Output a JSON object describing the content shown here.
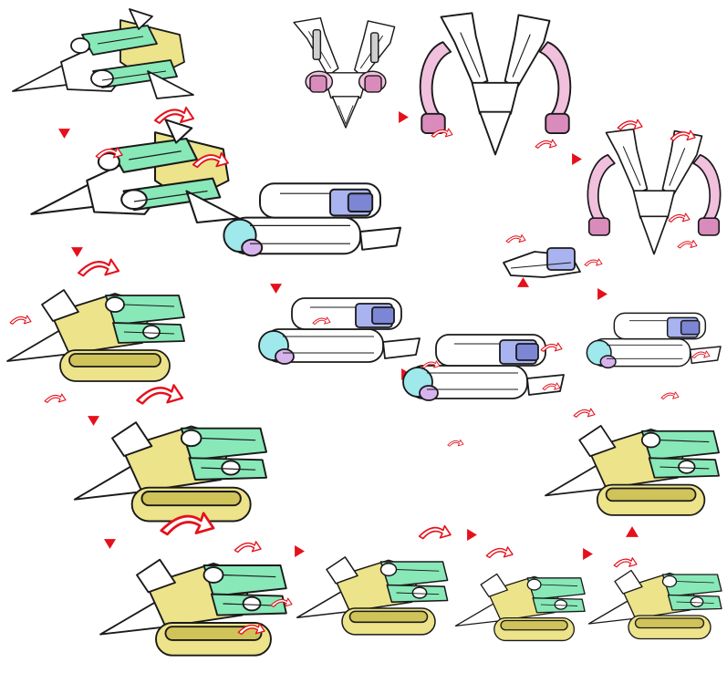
{
  "colors": {
    "line": "#1a1a1a",
    "body": "#ffffff",
    "shade": "#cfcfcf",
    "yellow": "#ece38a",
    "yellow_dark": "#cfc35a",
    "green": "#88e8b8",
    "green_dark": "#4db784",
    "pink": "#f0c0dc",
    "pink_dark": "#d98cbc",
    "blue": "#a9b3ef",
    "blue_dark": "#7c86d4",
    "cyan": "#9fe8ec",
    "lilac": "#d7b3ee",
    "arrow": "#e5101b"
  },
  "stages": [
    {
      "form": "jet",
      "tint": "yellow-green"
    },
    {
      "form": "jet",
      "tint": "yellow-green"
    },
    {
      "form": "tank",
      "tint": "yellow-green"
    },
    {
      "form": "tank",
      "tint": "yellow-green"
    },
    {
      "form": "tank",
      "tint": "yellow-green"
    },
    {
      "form": "tank",
      "tint": "yellow-green"
    },
    {
      "form": "tank",
      "tint": "yellow-green"
    },
    {
      "form": "tank",
      "tint": "yellow-green"
    },
    {
      "form": "tank",
      "tint": "yellow-green"
    },
    {
      "form": "claw",
      "tint": "pink"
    },
    {
      "form": "claw",
      "tint": "pink"
    },
    {
      "form": "claw",
      "tint": "pink"
    },
    {
      "form": "cannon",
      "tint": "blue"
    },
    {
      "form": "cannon",
      "tint": "blue"
    },
    {
      "form": "cannon",
      "tint": "blue"
    },
    {
      "form": "cannon",
      "tint": "blue"
    },
    {
      "form": "parts",
      "tint": "blue"
    }
  ],
  "step_arrows": [
    {
      "direction": "down"
    },
    {
      "direction": "down"
    },
    {
      "direction": "down"
    },
    {
      "direction": "down"
    },
    {
      "direction": "right"
    },
    {
      "direction": "right"
    },
    {
      "direction": "right"
    },
    {
      "direction": "up"
    },
    {
      "direction": "right"
    },
    {
      "direction": "right"
    },
    {
      "direction": "down"
    },
    {
      "direction": "right"
    },
    {
      "direction": "up"
    },
    {
      "direction": "right"
    }
  ]
}
